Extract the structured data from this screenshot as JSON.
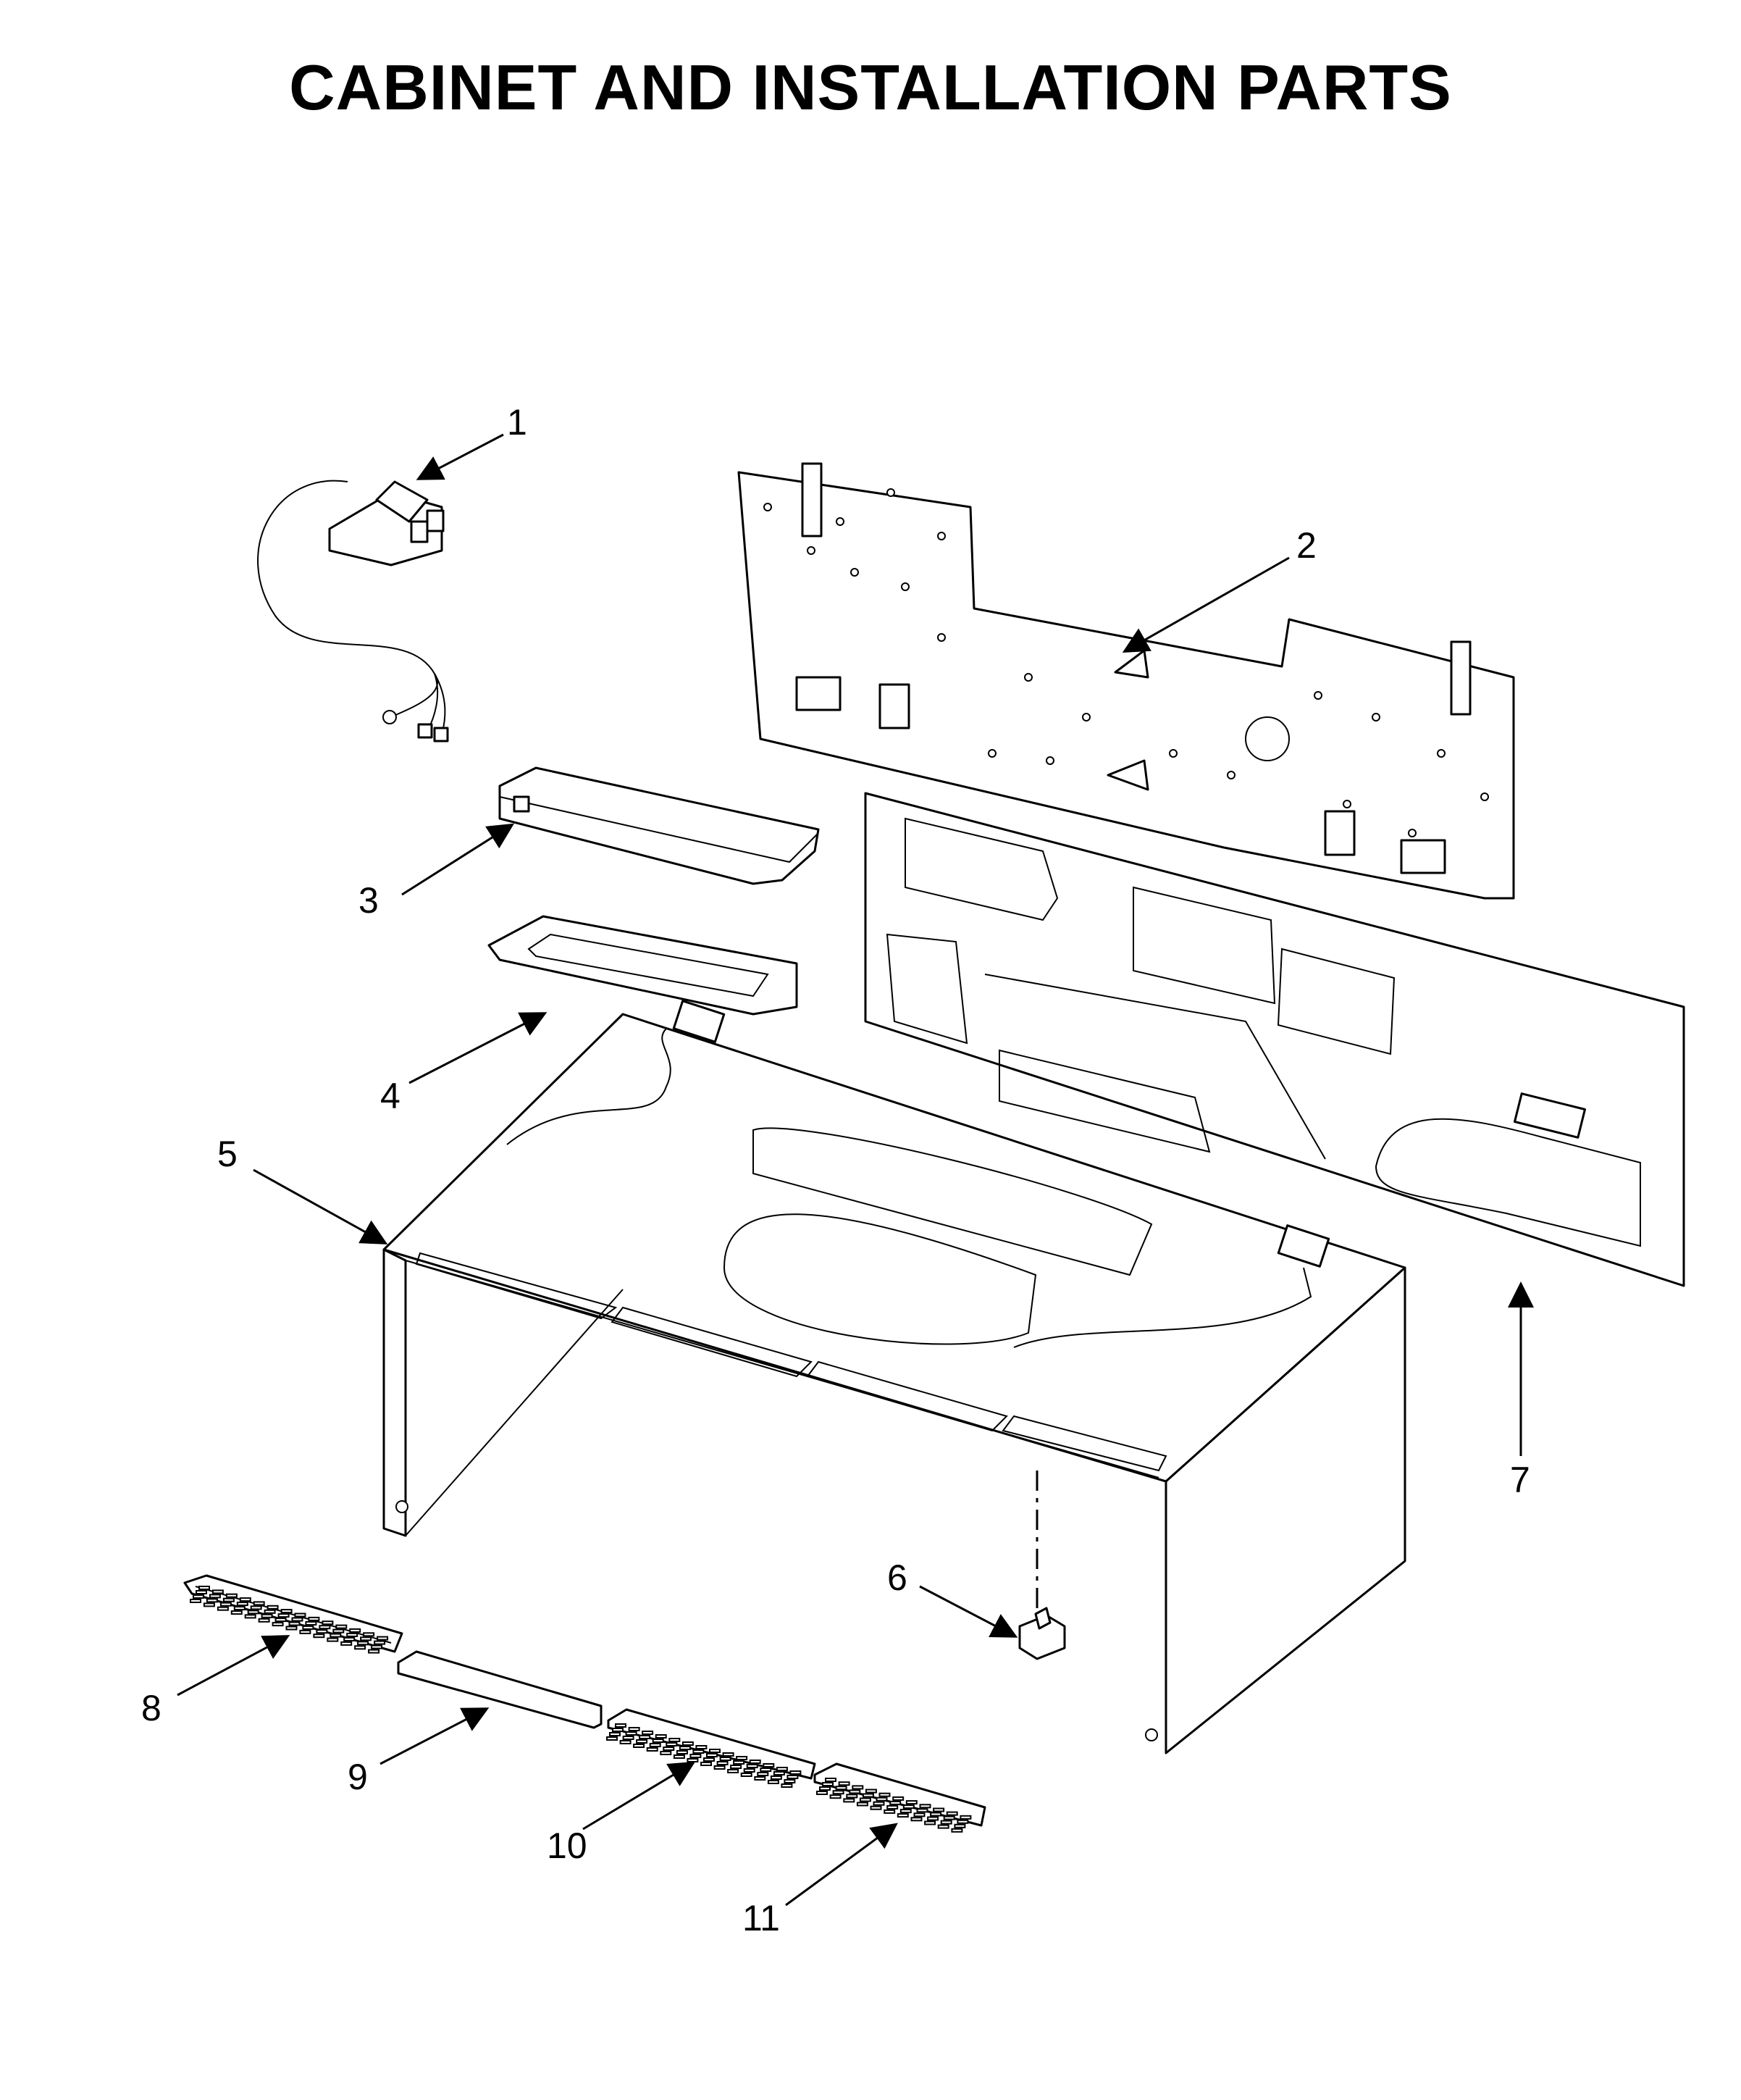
{
  "title": "CABINET AND INSTALLATION PARTS",
  "callouts": [
    "1",
    "2",
    "3",
    "4",
    "5",
    "6",
    "7",
    "8",
    "9",
    "10",
    "11"
  ],
  "colors": {
    "line": "#000000",
    "background": "#ffffff"
  }
}
